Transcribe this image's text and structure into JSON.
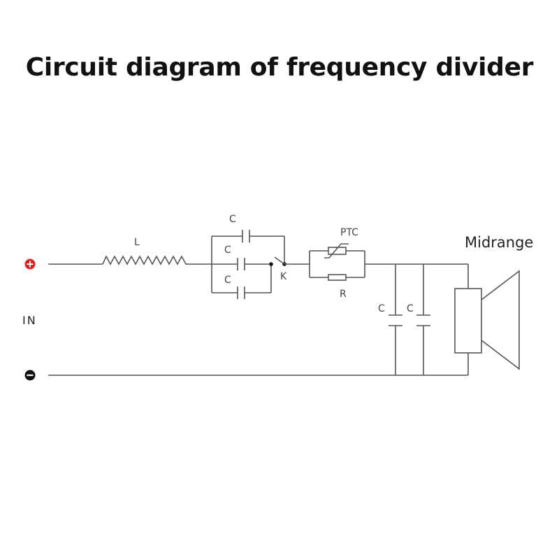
{
  "title": "Circuit diagram of frequency divider",
  "terminals": {
    "positive": {
      "symbol": "+",
      "color": "#e02020"
    },
    "negative": {
      "symbol": "−",
      "color": "#111111"
    },
    "input_label": "IN"
  },
  "components": {
    "inductor": {
      "label": "L"
    },
    "capacitor_top": {
      "label": "C"
    },
    "capacitor_middle": {
      "label": "C"
    },
    "capacitor_bottom": {
      "label": "C"
    },
    "switch": {
      "label": "K"
    },
    "ptc": {
      "label": "PTC"
    },
    "resistor": {
      "label": "R"
    },
    "shunt_capacitor_1": {
      "label": "C"
    },
    "shunt_capacitor_2": {
      "label": "C"
    },
    "speaker": {
      "label": "Midrange"
    }
  }
}
